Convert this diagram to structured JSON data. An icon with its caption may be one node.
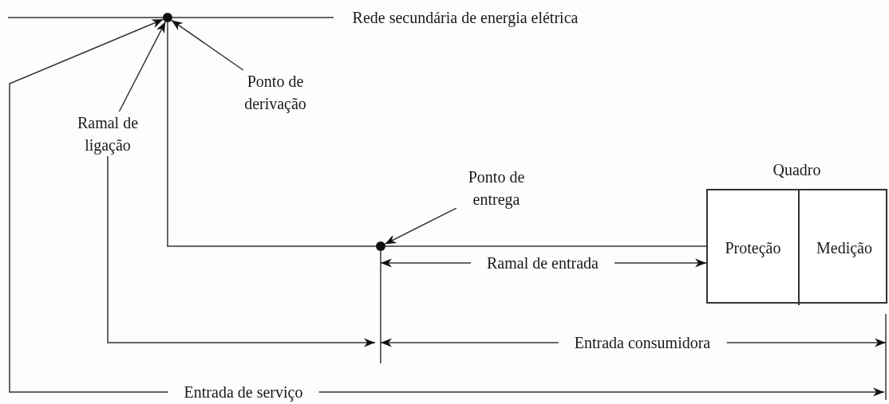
{
  "diagram": {
    "nodes": [
      {
        "text": [],
        "shape": "circle"
      },
      {
        "text": [
          "Rede secundária de energia elétrica"
        ]
      },
      {
        "text": [
          "Ponto de derivação"
        ]
      },
      {
        "text": [
          "Ramal de ligação"
        ]
      },
      {
        "text": [
          "Ponto de entrega"
        ]
      },
      {
        "text": [],
        "shape": "circle"
      },
      {
        "text": [
          "Quadro"
        ]
      },
      {
        "text": [
          "Proteção"
        ],
        "in": 6
      },
      {
        "text": [
          "Medição"
        ],
        "in": 6
      }
    ],
    "edges": [
      {
        "from": 0,
        "to": 1,
        "arrow": "none"
      },
      {
        "from": 2,
        "to": 0,
        "arrow": "to"
      },
      {
        "from": 3,
        "to": 0,
        "arrow": "to"
      },
      {
        "from": 3,
        "to": null,
        "arrow": "to"
      },
      {
        "from": 4,
        "to": 5,
        "arrow": "to"
      },
      {
        "from": 0,
        "to": 5,
        "arrow": "none"
      },
      {
        "from": 5,
        "to": 6,
        "arrow": "none"
      },
      {
        "from": null,
        "to": 0,
        "arrow": "both",
        "label": "Entrada de serviço"
      },
      {
        "from": 5,
        "to": 7,
        "arrow": "both",
        "label": "Ramal de entrada"
      }
    ],
    "labels": [
      "Entrada consumidora"
    ]
  }
}
